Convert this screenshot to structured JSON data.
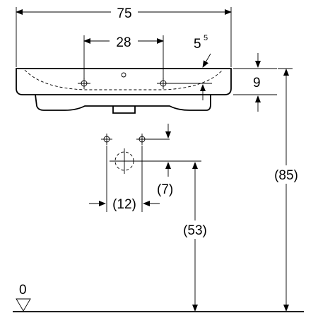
{
  "dimensions": {
    "overall_width": "75",
    "tap_hole_spacing": "28",
    "side_offset_main": "5",
    "side_offset_sup": "5",
    "rim_height": "9",
    "wall_hole_offset": "(7)",
    "wall_hole_spacing": "(12)",
    "waste_height": "(53)",
    "overall_height": "(85)",
    "floor_level": "0"
  }
}
